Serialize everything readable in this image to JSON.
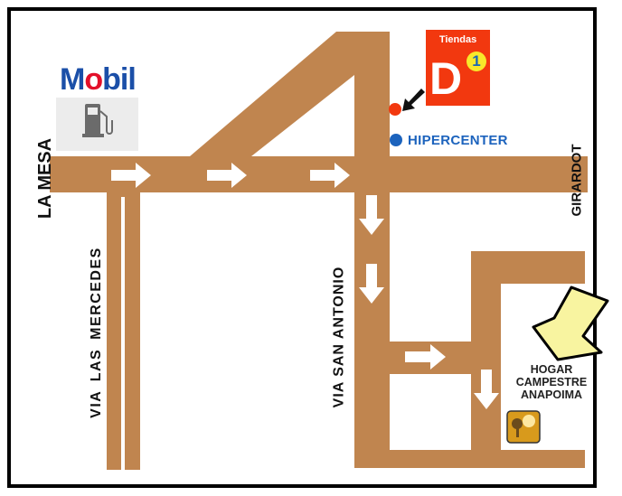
{
  "roads": {
    "west": "LA MESA",
    "east": "GIRARDOT",
    "via_mercedes": "VIA LAS MERCEDES",
    "via_san_antonio": "VIA SAN ANTONIO"
  },
  "landmarks": {
    "gas_station_brand": "Mobil",
    "store_brand_top": "Tiendas",
    "store_brand_letter": "D",
    "store_brand_number": "1",
    "supermarket": "HIPERCENTER",
    "destination_line1": "HOGAR",
    "destination_line2": "CAMPESTRE",
    "destination_line3": "ANAPOIMA"
  },
  "colors": {
    "road": "#c0854f",
    "d1_marker": "#f2380f",
    "hipercenter_marker": "#1c63bd",
    "destination_arrow": "#f8f4a0"
  }
}
